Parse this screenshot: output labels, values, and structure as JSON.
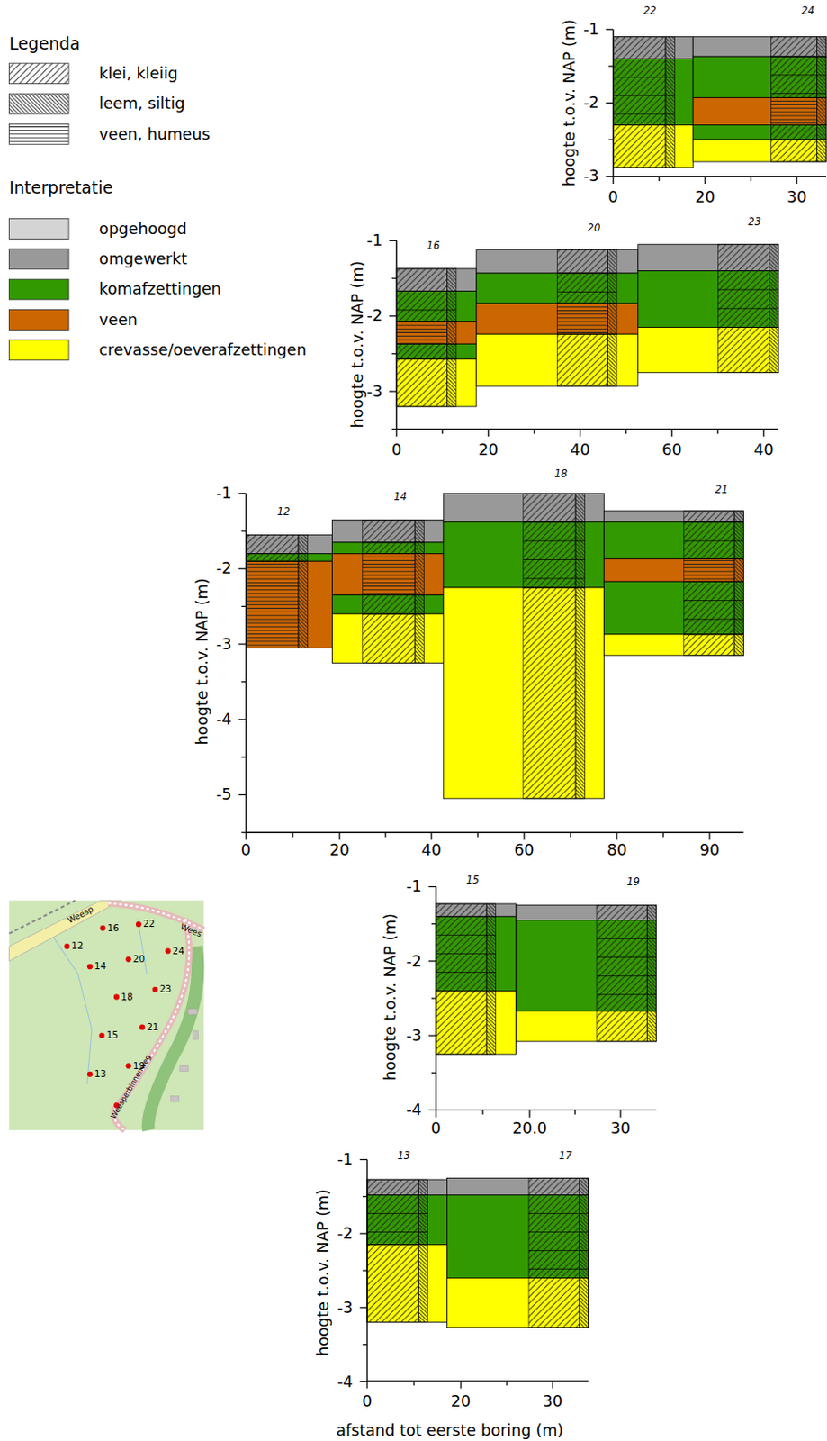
{
  "diagram": {
    "labels": [
      "Legenda",
      "Interpretatie",
      "hoogte t.o.v. NAP (m)",
      "-1",
      "-2",
      "-3",
      "0",
      "20",
      "30",
      "22",
      "24",
      "hoogte t.o.v. NAP (m)",
      "-1",
      "-2",
      "-3",
      "0",
      "20",
      "40",
      "60",
      "40",
      "16",
      "20",
      "23",
      "hoogte t.o.v. NAP (m)",
      "-1",
      "-2",
      "-3",
      "-4",
      "-5",
      "0",
      "20",
      "40",
      "60",
      "80",
      "90",
      "12",
      "14",
      "18",
      "21",
      "hoogte t.o.v. NAP (m)",
      "-1",
      "-2",
      "-3",
      "-4",
      "0",
      "20.0",
      "30",
      "15",
      "19",
      "hoogte t.o.v. NAP (m)",
      "-1",
      "-2",
      "-3",
      "-4",
      "0",
      "20",
      "30",
      "13",
      "17",
      "afstand tot eerste boring (m)",
      "Weesp",
      "Wees",
      "Weesperbinnenweg",
      "12",
      "16",
      "22",
      "14",
      "20",
      "24",
      "18",
      "23",
      "15",
      "21",
      "13",
      "19"
    ],
    "legend": [
      {
        "text": "klei, kleiig"
      },
      {
        "text": "leem, siltig"
      },
      {
        "text": "veen, humeus"
      },
      {
        "text": "opgehoogd",
        "color": "#d4d4d4"
      },
      {
        "text": "omgewerkt",
        "color": "#999999"
      },
      {
        "text": "komafzettingen",
        "color": "#339900"
      },
      {
        "text": "veen",
        "color": "#cc6600"
      },
      {
        "text": "crevasse/oeverafzettingen",
        "color": "#ffff00"
      }
    ]
  }
}
